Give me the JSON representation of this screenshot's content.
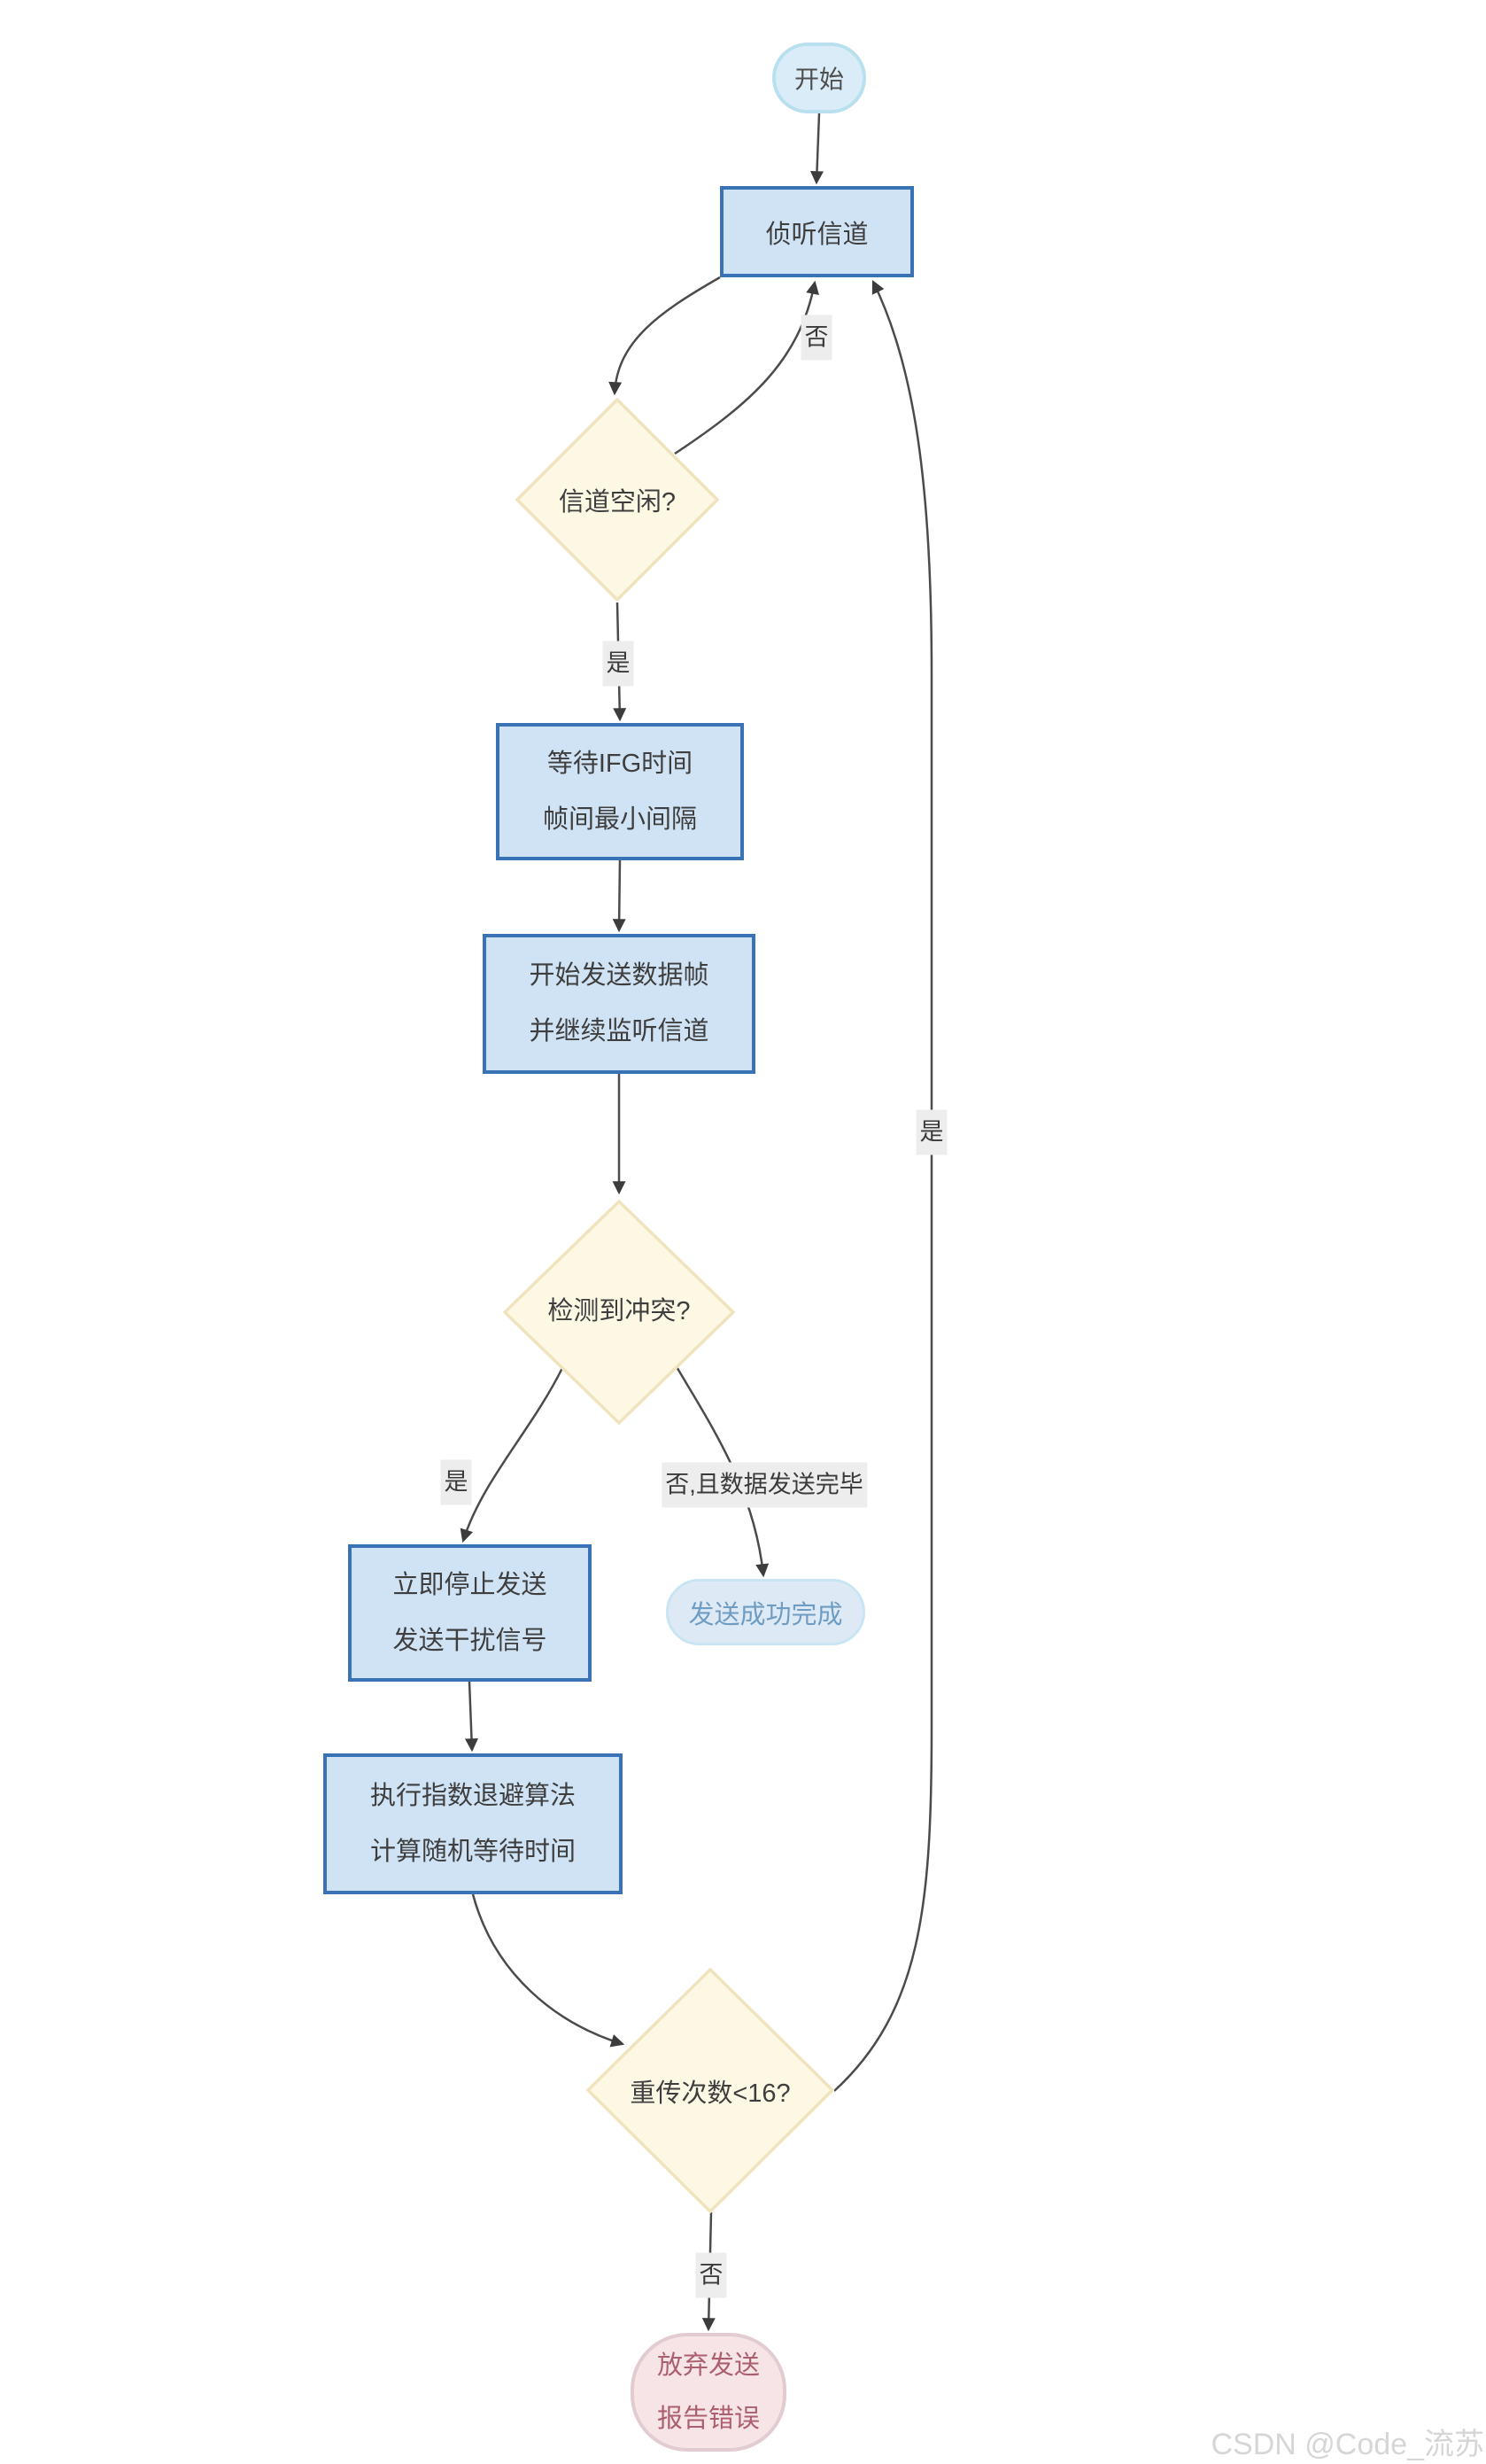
{
  "diagram": {
    "title_hint": "CSMA/CD flowchart",
    "nodes": {
      "start": {
        "label": "开始"
      },
      "listen": {
        "label": "侦听信道"
      },
      "channel_idle": {
        "label": "信道空闲?"
      },
      "wait_ifg": {
        "line1": "等待IFG时间",
        "line2": "帧间最小间隔"
      },
      "send_frame": {
        "line1": "开始发送数据帧",
        "line2": "并继续监听信道"
      },
      "collision": {
        "label": "检测到冲突?"
      },
      "stop_send": {
        "line1": "立即停止发送",
        "line2": "发送干扰信号"
      },
      "success": {
        "label": "发送成功完成"
      },
      "backoff": {
        "line1": "执行指数退避算法",
        "line2": "计算随机等待时间"
      },
      "retry": {
        "label": "重传次数<16?"
      },
      "abort": {
        "line1": "放弃发送",
        "line2": "报告错误"
      }
    },
    "edge_labels": {
      "idle_no": "否",
      "idle_yes": "是",
      "collision_yes": "是",
      "collision_no_done": "否,且数据发送完毕",
      "retry_yes": "是",
      "retry_no": "否"
    },
    "colors": {
      "process_fill": "#cfe3f5",
      "process_border": "#3973b5",
      "decision_fill": "#fdf8e4",
      "decision_border": "#f0e3bd",
      "start_fill": "#d9ecf8",
      "start_border": "#b8e0ef",
      "success_fill": "#ddeaf6",
      "success_border": "#c9e4f2",
      "success_text": "#6f9cc2",
      "abort_fill": "#f6e4e7",
      "abort_border": "#e3ccd1",
      "abort_text": "#ac5f6d",
      "edge_line": "#4b4b4b",
      "edge_label_bg": "#ededed"
    }
  },
  "watermark": "CSDN @Code_流苏"
}
